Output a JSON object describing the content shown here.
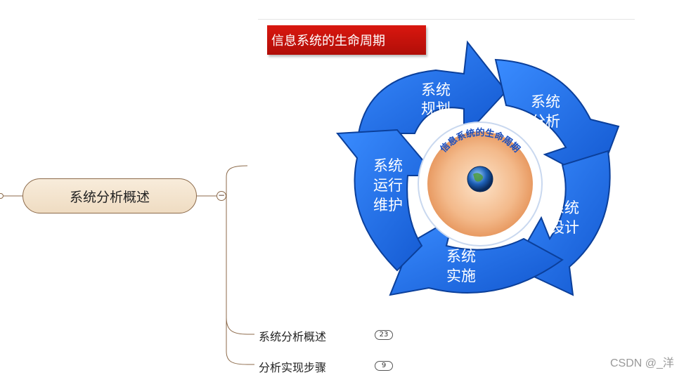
{
  "mindmap": {
    "root_label": "系统分析概述",
    "collapse_symbol": "−",
    "children": [
      {
        "label": "系统分析概述",
        "count": "23"
      },
      {
        "label": "分析实现步骤",
        "count": "9"
      }
    ]
  },
  "diagram": {
    "title": "信息系统的生命周期",
    "center_ring_text": "信息系统的生命周期",
    "stages": [
      {
        "line1": "系统",
        "line2": "规划"
      },
      {
        "line1": "系统",
        "line2": "分析"
      },
      {
        "line1": "系统",
        "line2": "设计"
      },
      {
        "line1": "系统",
        "line2": "实施"
      },
      {
        "line1": "系统",
        "line2": "运行",
        "line3": "维护"
      }
    ],
    "colors": {
      "arrow": "#1d6fe0",
      "arrow_stroke": "#0b3f9a",
      "title_bg": "#c8120b",
      "core": "#f3b98a"
    }
  },
  "watermark": "CSDN @_洋"
}
